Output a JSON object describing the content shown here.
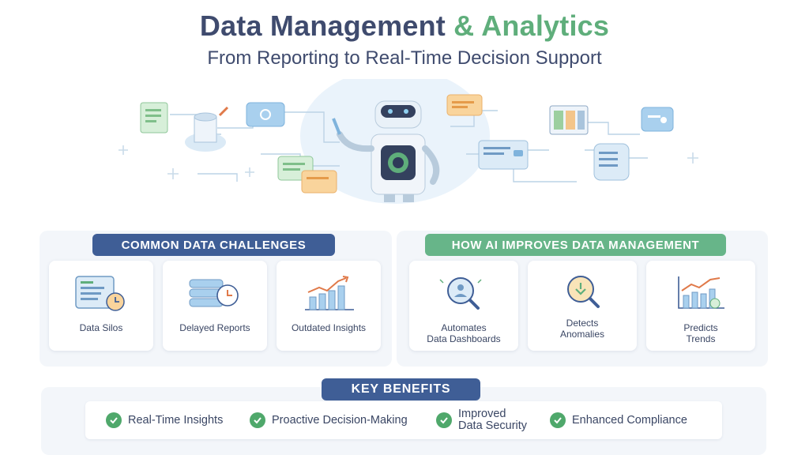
{
  "header": {
    "title_part1": "Data Management",
    "title_part2": "& Analytics",
    "subtitle": "From Reporting to Real-Time Decision Support"
  },
  "challenges": {
    "heading": "COMMON DATA CHALLENGES",
    "items": [
      {
        "label": "Data Silos",
        "icon": "document-clock-icon"
      },
      {
        "label": "Delayed Reports",
        "icon": "database-clock-icon"
      },
      {
        "label": "Outdated Insights",
        "icon": "bar-chart-trend-icon"
      }
    ]
  },
  "ai_improvements": {
    "heading": "HOW AI IMPROVES DATA MANAGEMENT",
    "items": [
      {
        "label_line1": "Automates",
        "label_line2": "Data Dashboards",
        "icon": "magnifier-user-icon"
      },
      {
        "label_line1": "Detects",
        "label_line2": "Anomalies",
        "icon": "magnifier-alert-icon"
      },
      {
        "label_line1": "Predicts",
        "label_line2": "Trends",
        "icon": "trend-chart-icon"
      }
    ]
  },
  "benefits": {
    "heading": "KEY BENEFITS",
    "items": [
      {
        "line1": "Real-Time Insights",
        "line2": ""
      },
      {
        "line1": "Proactive Decision-Making",
        "line2": ""
      },
      {
        "line1": "Improved",
        "line2": "Data Security"
      },
      {
        "line1": "Enhanced Compliance",
        "line2": ""
      }
    ]
  },
  "colors": {
    "navy": "#3f4b6e",
    "blue_pill": "#3f5e96",
    "green_pill": "#67b589",
    "green_text": "#5fae7b",
    "check_green": "#4fa86b",
    "panel_bg": "#f3f6fa"
  }
}
